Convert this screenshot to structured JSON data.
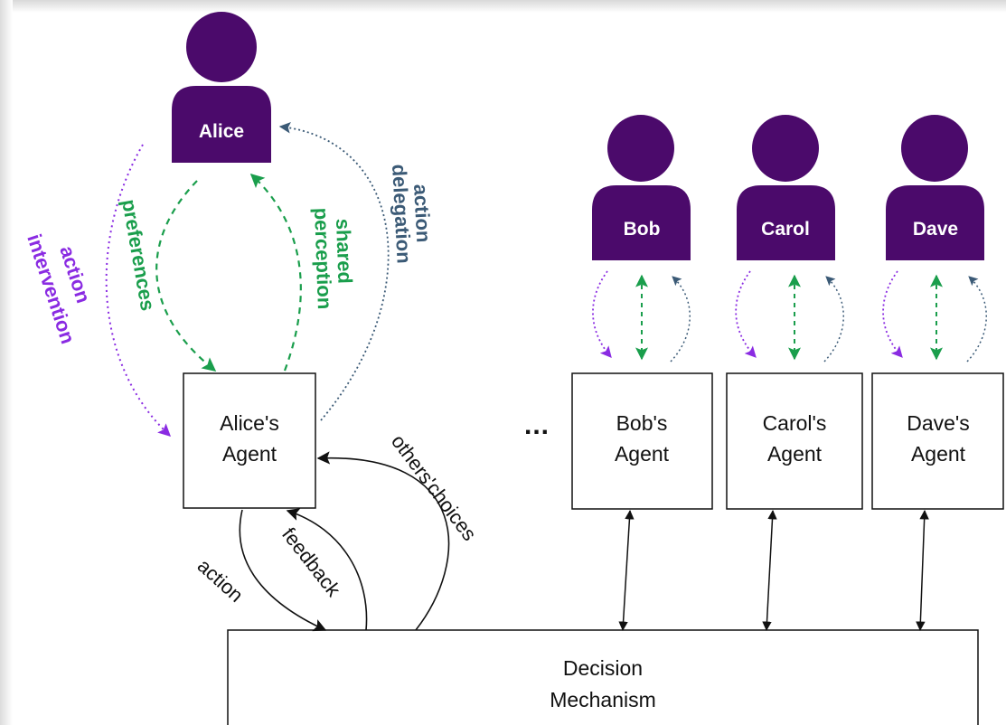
{
  "people": [
    {
      "name": "Alice"
    },
    {
      "name": "Bob"
    },
    {
      "name": "Carol"
    },
    {
      "name": "Dave"
    }
  ],
  "agents": [
    {
      "line1": "Alice's",
      "line2": "Agent"
    },
    {
      "line1": "Bob's",
      "line2": "Agent"
    },
    {
      "line1": "Carol's",
      "line2": "Agent"
    },
    {
      "line1": "Dave's",
      "line2": "Agent"
    }
  ],
  "ellipsis": "...",
  "decision": {
    "line1": "Decision",
    "line2": "Mechanism"
  },
  "labels": {
    "preferences": "preferences",
    "shared": "shared",
    "perception": "perception",
    "action_top": "action",
    "delegation": "delegation",
    "action_left": "action",
    "intervention": "intervention",
    "action_bottom": "action",
    "feedback": "feedback",
    "others_choices": "others'choices"
  },
  "colors": {
    "person": "#4b0a6b",
    "green": "#1a9e4c",
    "purple": "#8a2be2",
    "slate": "#3b5a76",
    "black": "#111111"
  }
}
